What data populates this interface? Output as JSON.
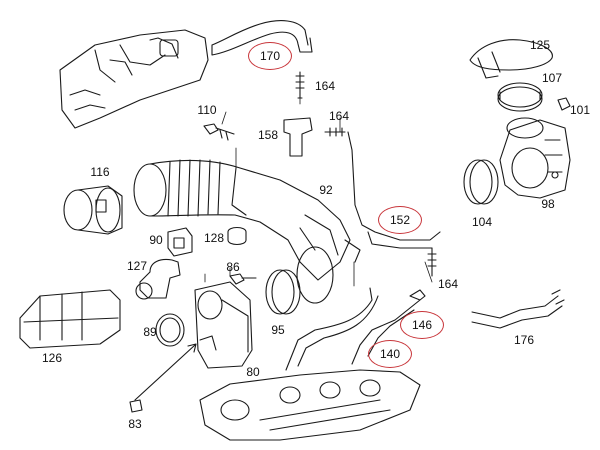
{
  "diagram": {
    "accent_color": "#c8353a",
    "line_color": "#1a1a1a",
    "part_labels": [
      "170",
      "164",
      "125",
      "107",
      "101",
      "110",
      "164",
      "158",
      "116",
      "92",
      "152",
      "104",
      "98",
      "90",
      "128",
      "127",
      "86",
      "164",
      "126",
      "89",
      "95",
      "146",
      "176",
      "140",
      "80",
      "83"
    ],
    "highlighted_labels": [
      "170",
      "152",
      "146",
      "140"
    ]
  }
}
